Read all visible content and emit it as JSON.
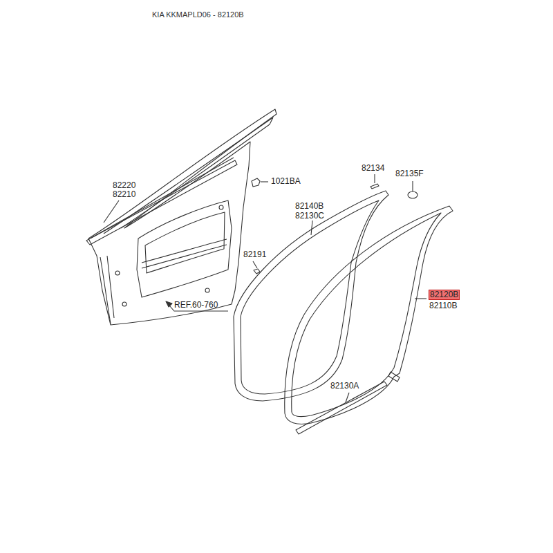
{
  "diagram": {
    "title": "KIA KKMAPLD06 - 82120B",
    "labels": [
      "82220",
      "82210",
      "1021BA",
      "82134",
      "82135F",
      "82140B",
      "82130C",
      "82191",
      "82120B",
      "82110B",
      "REF.60-760",
      "82130A"
    ]
  }
}
